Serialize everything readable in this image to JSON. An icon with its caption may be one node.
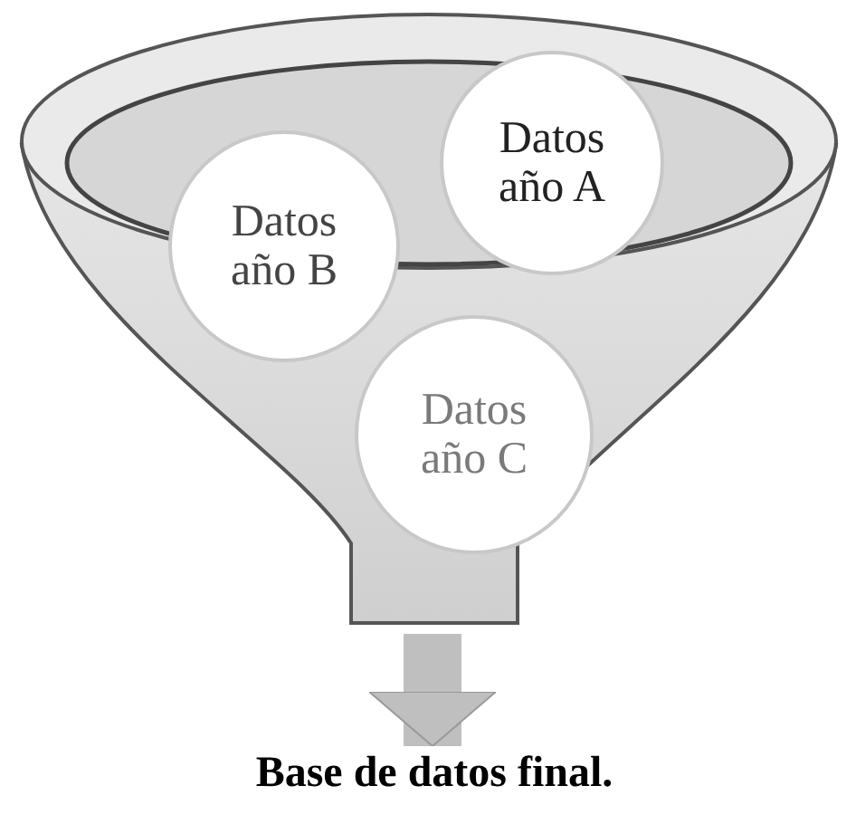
{
  "diagram": {
    "nodes": [
      {
        "text": [],
        "shape": "funnel"
      },
      {
        "text": [
          "Datos año A"
        ]
      },
      {
        "text": [
          "Datos año B"
        ],
        "in": 0
      },
      {
        "text": [
          "Datos año C"
        ],
        "in": 0
      },
      {
        "text": [
          "Base de datos final."
        ]
      }
    ],
    "edges": [
      {
        "from": 0,
        "to": 4,
        "arrow": "to",
        "color": "#bfbfbf"
      }
    ]
  }
}
